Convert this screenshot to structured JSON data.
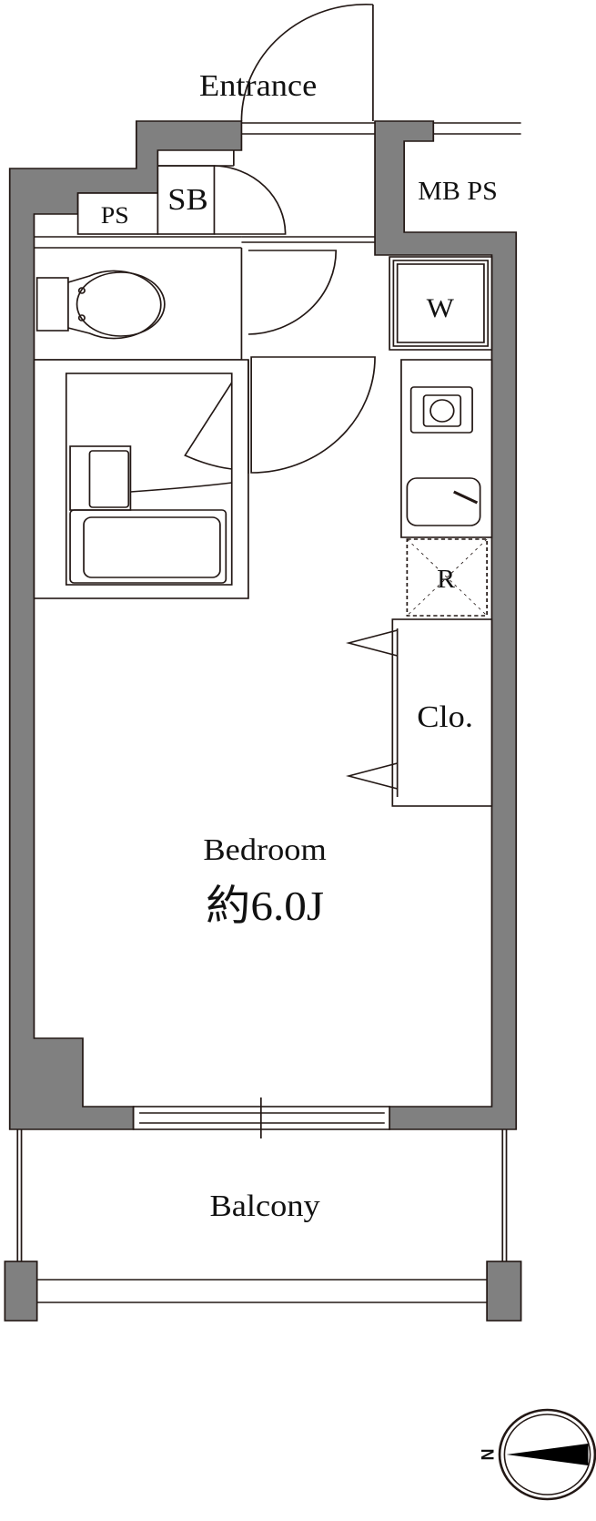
{
  "labels": {
    "entrance": "Entrance",
    "ps": "PS",
    "sb": "SB",
    "mb_ps": "MB PS",
    "washer": "W",
    "refrigerator": "R",
    "closet": "Clo.",
    "bedroom": "Bedroom",
    "bedroom_size": "約6.0J",
    "balcony": "Balcony",
    "north": "N"
  },
  "colors": {
    "wall": "#808080",
    "line": "#231815"
  }
}
